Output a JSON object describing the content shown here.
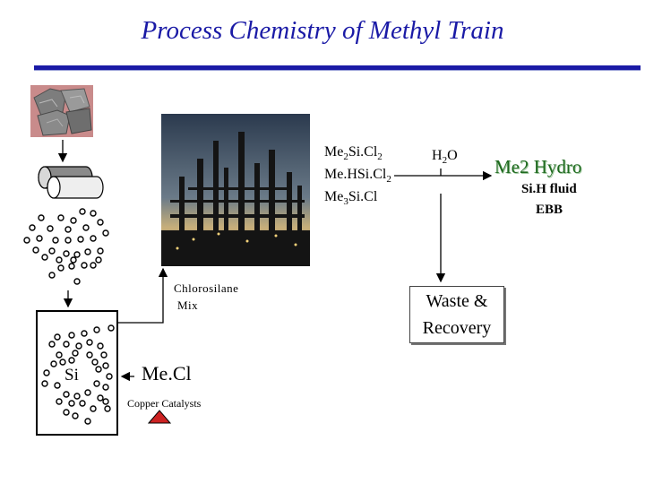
{
  "slide": {
    "title": "Process Chemistry of Methyl Train",
    "title_color": "#1a1aa6"
  },
  "images": {
    "rock": "silicon-rock-photo",
    "plant": "chemical-plant-photo",
    "mill": "milling-rollers-illustration"
  },
  "products": {
    "line1_base": "Me",
    "line1_sub": "2",
    "line1_mid": "Si.Cl",
    "line1_sub2": "2",
    "line2_base": "Me.HSi.Cl",
    "line2_sub": "2",
    "line3_base": "Me",
    "line3_sub": "3",
    "line3_tail": "Si.Cl"
  },
  "water": {
    "base": "H",
    "sub": "2",
    "tail": "O"
  },
  "outputs": {
    "me2hydro": "Me2 Hydro",
    "sih_fluid": "Si.H fluid",
    "ebb": "EBB",
    "me2hydro_color": "#1f6a1f"
  },
  "waste": {
    "line1": "Waste &",
    "line2": "Recovery"
  },
  "reactor": {
    "chlorosilane_line1": "Chlorosilane",
    "chlorosilane_line2": "Mix",
    "si_label": "Si",
    "mecl": "Me.Cl",
    "copper": "Copper Catalysts",
    "catalyst_color": "#cc2222"
  }
}
